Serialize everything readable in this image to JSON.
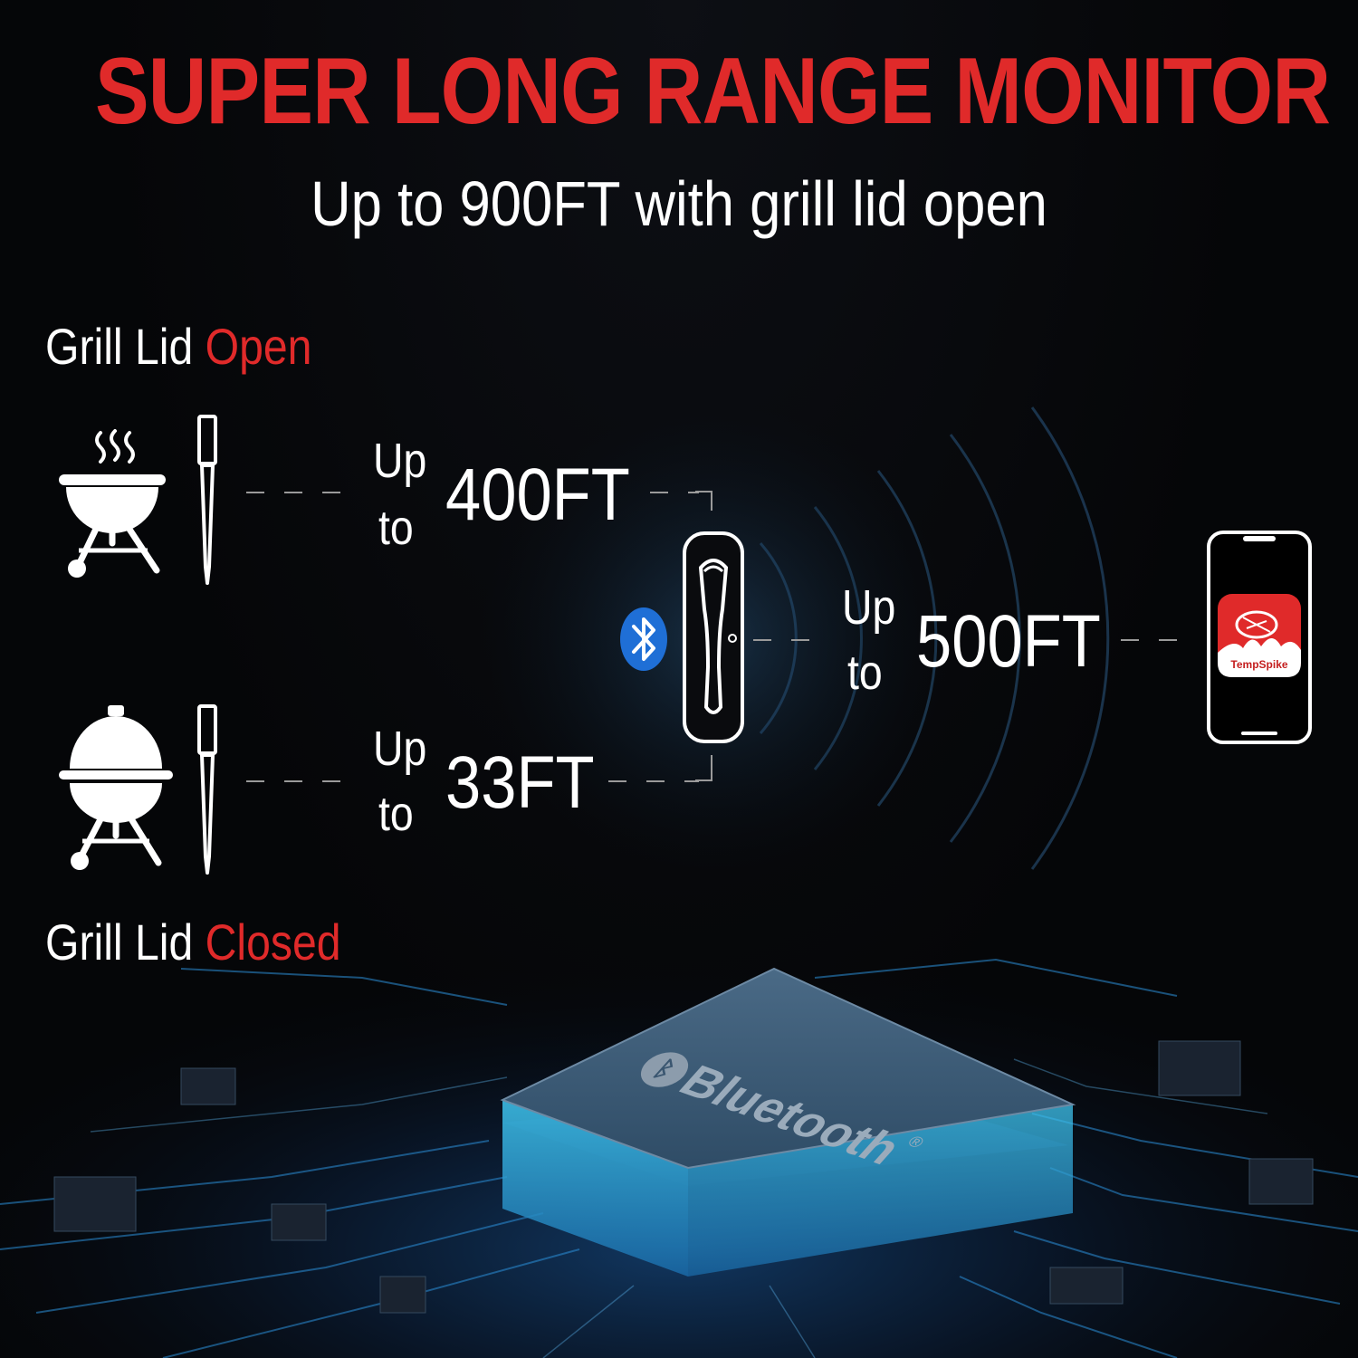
{
  "header": {
    "title": "SUPER LONG RANGE MONITOR",
    "subtitle": "Up to 900FT with grill lid open"
  },
  "lid_open": {
    "label_prefix": "Grill Lid",
    "label_state": "Open",
    "up": "Up",
    "to": "to",
    "distance": "400FT"
  },
  "lid_closed": {
    "label_prefix": "Grill Lid",
    "label_state": "Closed",
    "up": "Up",
    "to": "to",
    "distance": "33FT"
  },
  "repeater": {
    "up": "Up",
    "to": "to",
    "distance": "500FT"
  },
  "app": {
    "name": "TempSpike"
  },
  "chip": {
    "brand": "Bluetooth",
    "mark": "®"
  },
  "colors": {
    "accent_red": "#e02a2a",
    "bluetooth_blue": "#1f6fd6",
    "background": "#050608",
    "circuit_glow": "#2b8fd8"
  },
  "icons": {
    "open_grill": "open-grill-icon",
    "closed_grill": "closed-grill-icon",
    "probe": "probe-icon",
    "bluetooth": "bluetooth-icon",
    "booster": "booster-icon",
    "phone": "phone-icon"
  }
}
